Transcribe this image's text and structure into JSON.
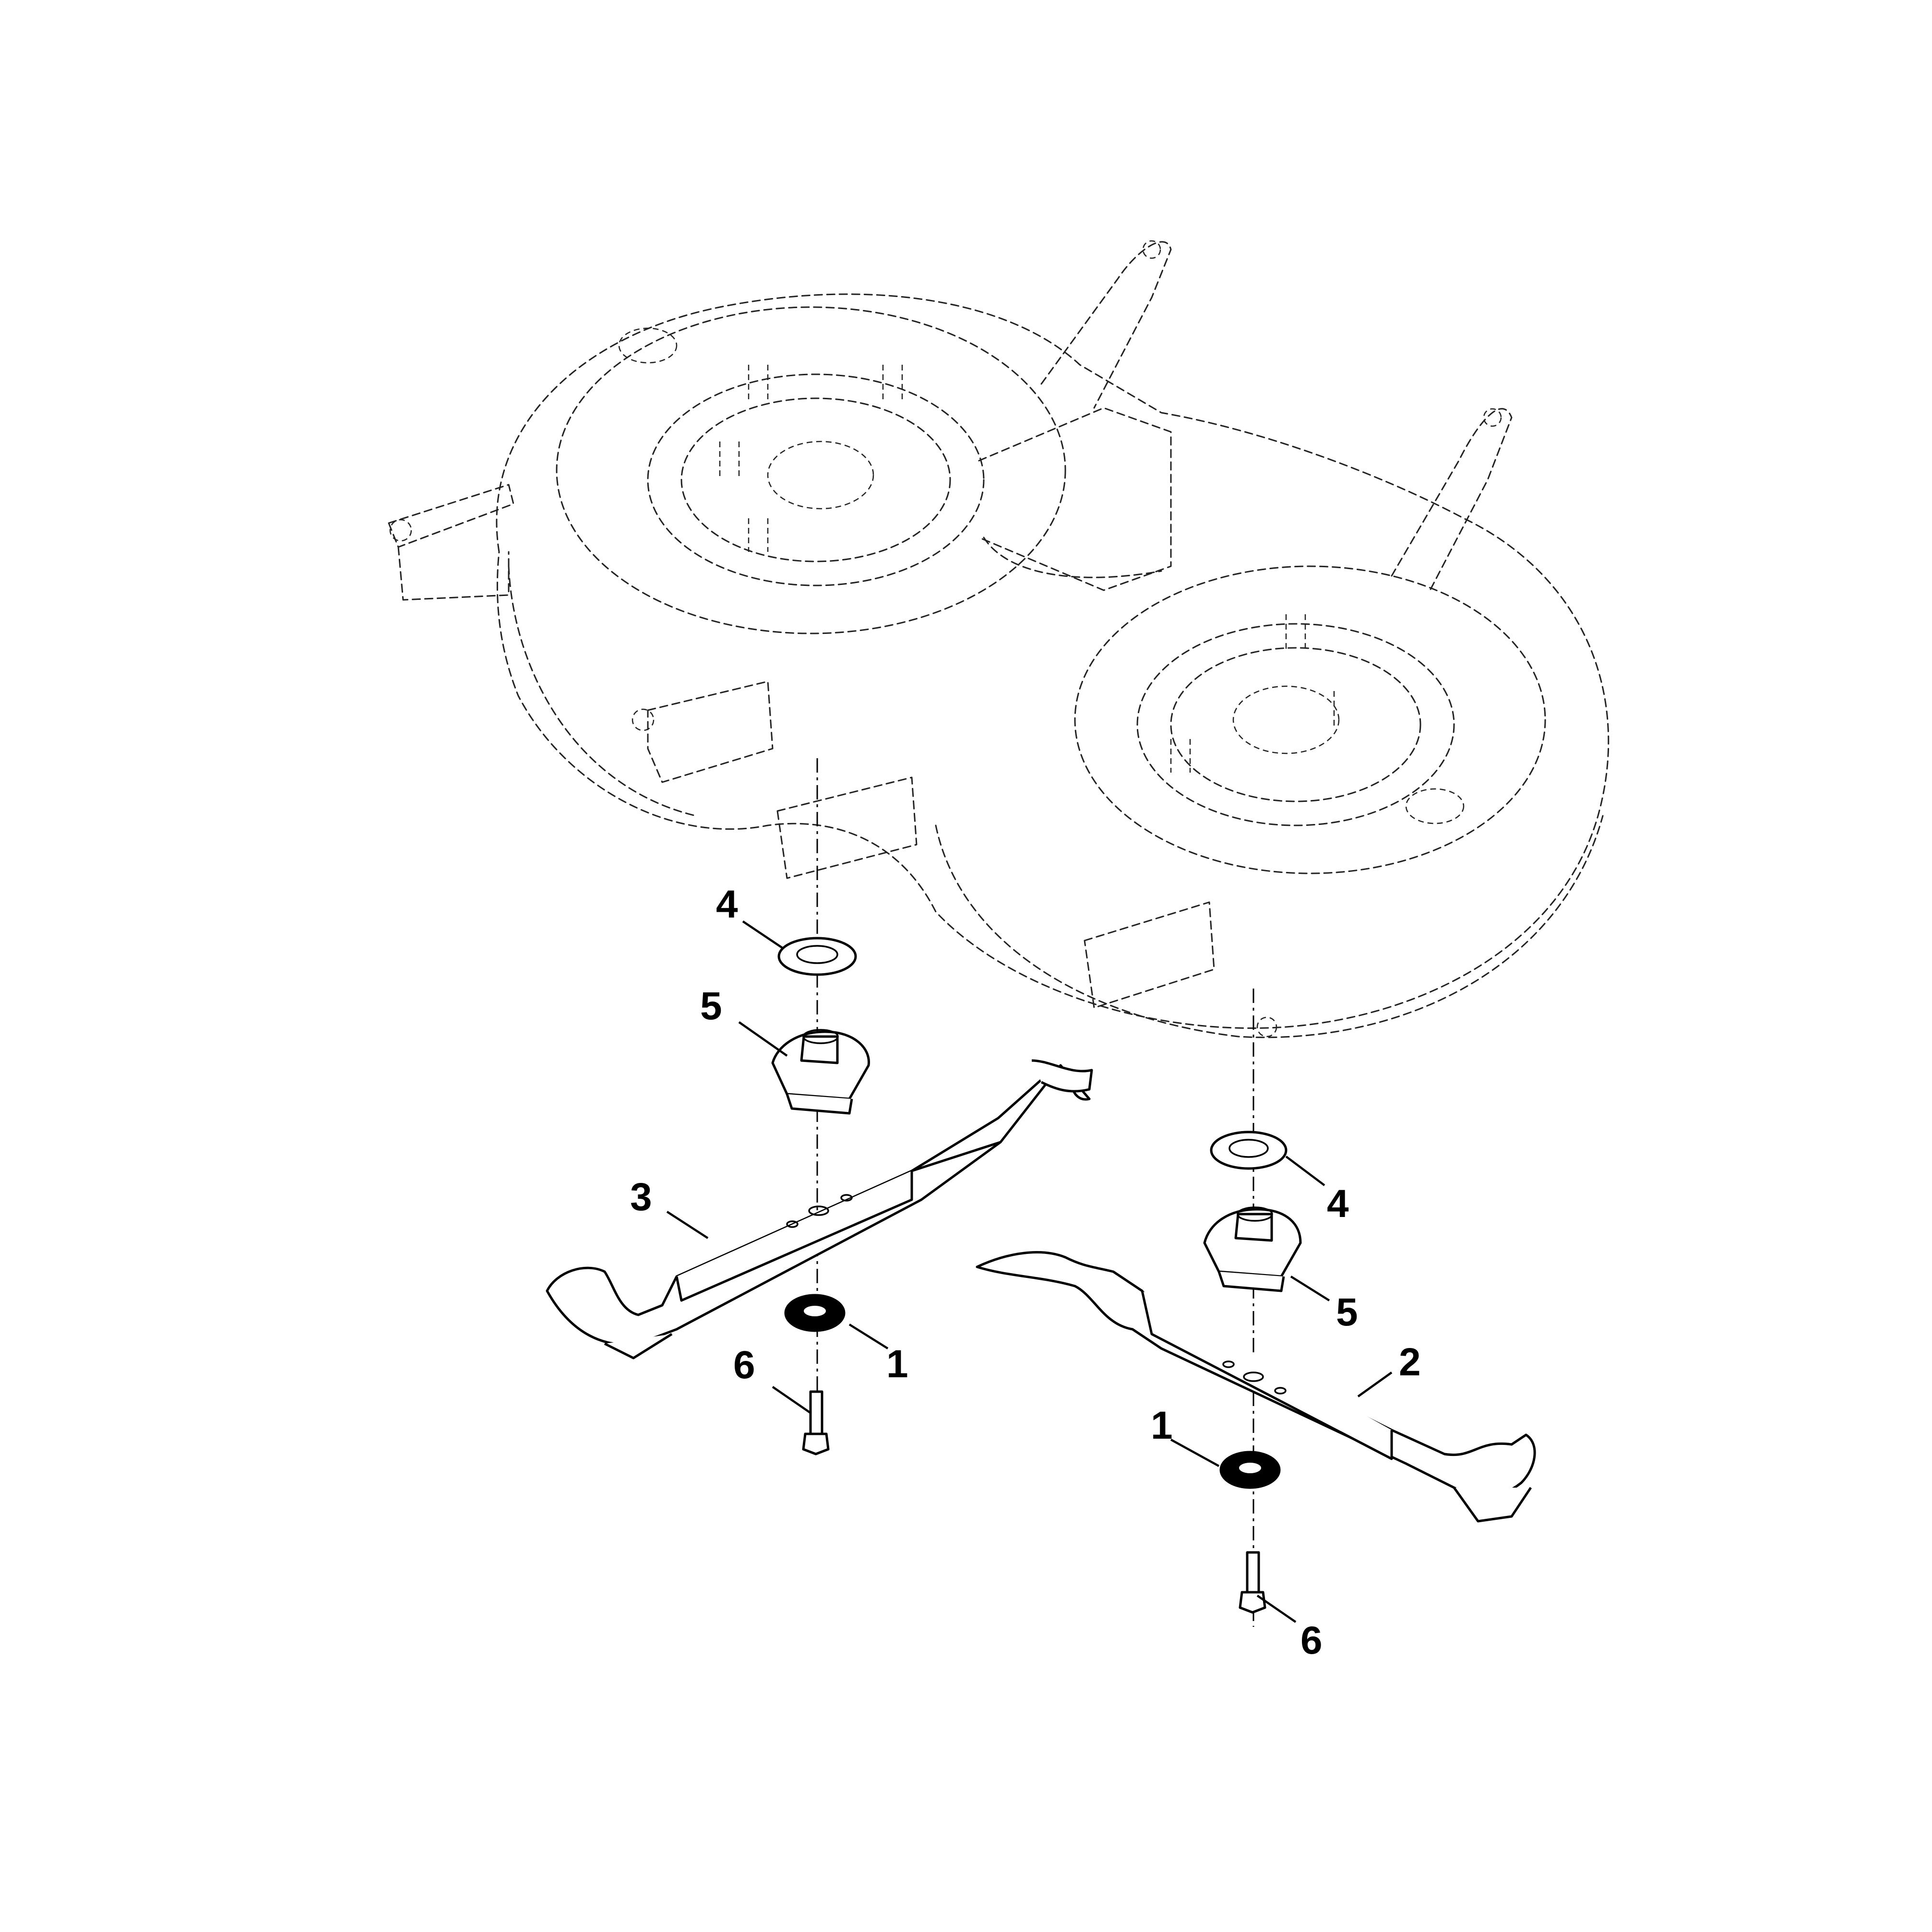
{
  "callouts": [
    {
      "label": "4"
    },
    {
      "label": "5"
    },
    {
      "label": "3"
    },
    {
      "label": "1"
    },
    {
      "label": "6"
    },
    {
      "label": "4"
    },
    {
      "label": "5"
    },
    {
      "label": "2"
    },
    {
      "label": "1"
    },
    {
      "label": "6"
    }
  ]
}
